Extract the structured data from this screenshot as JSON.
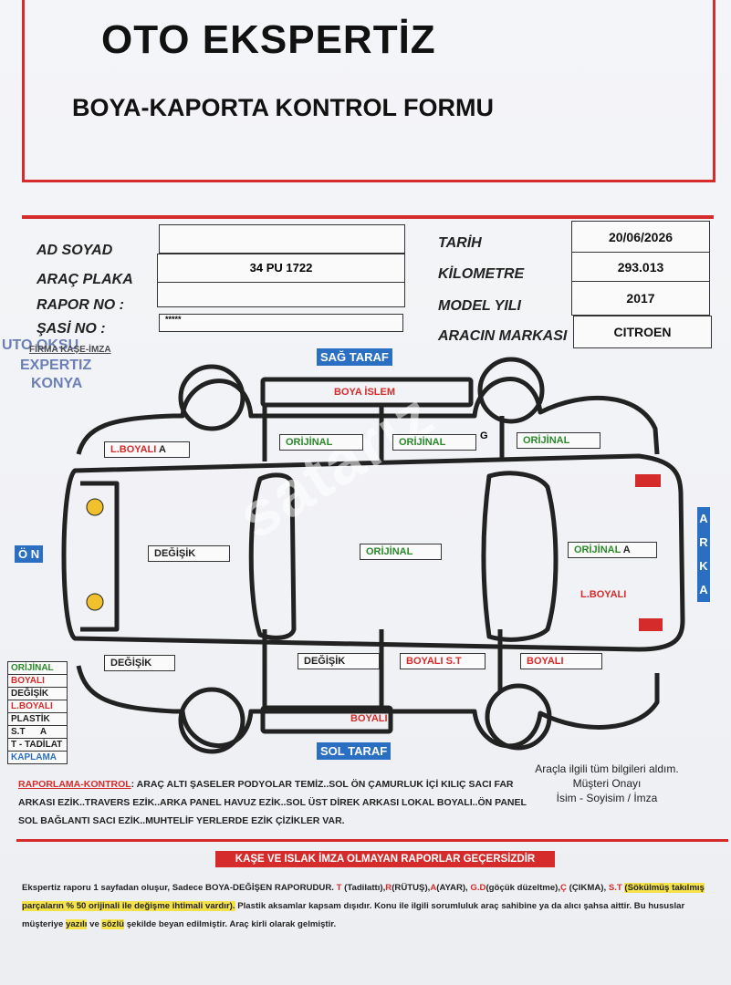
{
  "header": {
    "title": "OTO EKSPERTİZ",
    "subtitle": "BOYA-KAPORTA KONTROL FORMU"
  },
  "form": {
    "ad_soyad_label": "AD SOYAD",
    "arac_plaka_label": "ARAÇ PLAKA",
    "arac_plaka_value": "34 PU 1722",
    "rapor_no_label": "RAPOR NO :",
    "sasi_no_label": "ŞASİ NO :",
    "sasi_no_value": "*****",
    "tarih_label": "TARİH",
    "tarih_value": "20/06/2026",
    "kilometre_label": "KİLOMETRE",
    "kilometre_value": "293.013",
    "model_yili_label": "MODEL YILI",
    "model_yili_value": "2017",
    "marka_label": "ARACIN MARKASI",
    "marka_value": "CITROEN"
  },
  "stamp": {
    "firma_label": "FİRMA KAŞE-İMZA",
    "line1": "UTO OKSU",
    "line2": "EXPERTIZ",
    "line3": "KONYA"
  },
  "diagram": {
    "sag_taraf": "SAĞ TARAF",
    "sol_taraf": "SOL TARAF",
    "on": "Ö N",
    "arka": [
      "A",
      "R",
      "K",
      "A"
    ],
    "boya_islem": "BOYA İSLEM",
    "sol_boyali": "BOYALI",
    "watermark": "satarız",
    "parts": {
      "right_front_fender": "L.BOYALI",
      "right_front_fender_tag": "A",
      "right_front_door": "ORİJİNAL",
      "right_rear_door": "ORİJİNAL",
      "right_rear_door_tag": "G",
      "right_rear_fender": "ORİJİNAL",
      "hood": "DEĞİŞİK",
      "roof": "ORİJİNAL",
      "trunk": "ORİJİNAL",
      "trunk_tag": "A",
      "rear_bumper": "L.BOYALI",
      "left_front_fender": "DEĞİŞİK",
      "left_front_door": "DEĞİŞİK",
      "left_rear_door": "BOYALI S.T",
      "left_rear_fender": "BOYALI"
    }
  },
  "legend": [
    {
      "text": "ORİJİNAL",
      "color": "#2a8a2a"
    },
    {
      "text": "BOYALI",
      "color": "#d62b2b"
    },
    {
      "text": "DEĞİŞİK",
      "color": "#222222"
    },
    {
      "text": "L.BOYALI",
      "color": "#d62b2b"
    },
    {
      "text": "PLASTİK",
      "color": "#222222"
    },
    {
      "text": "S.T      A",
      "color": "#222222"
    },
    {
      "text": "T - TADİLAT",
      "color": "#222222"
    },
    {
      "text": "KAPLAMA",
      "color": "#2a6fc1"
    }
  ],
  "report": {
    "key": "RAPORLAMA-KONTROL",
    "text": ": ARAÇ ALTI ŞASELER PODYOLAR TEMİZ..SOL ÖN ÇAMURLUK İÇİ KILIÇ SACI FAR ARKASI EZİK..TRAVERS EZİK..ARKA PANEL HAVUZ EZİK..SOL ÜST DİREK ARKASI LOKAL BOYALI..ÖN PANEL SOL BAĞLANTI SACI EZİK..MUHTELİF YERLERDE EZİK ÇİZİKLER VAR."
  },
  "consent": {
    "line1": "Araçla ilgili tüm bilgileri aldım.",
    "line2": "Müşteri Onayı",
    "line3": "İsim - Soyisim / İmza"
  },
  "banner": "KAŞE VE ISLAK İMZA OLMAYAN RAPORLAR GEÇERSİZDİR",
  "footer": {
    "p1": "Ekspertiz raporu 1 sayfadan oluşur, Sadece BOYA-DEĞİŞEN RAPORUDUR.",
    "t": "T",
    "t_desc": "(Tadilattı),",
    "r": "R",
    "r_desc": "(RÜTUŞ),",
    "a": "A",
    "a_desc": "(AYAR),",
    "gd": "G.D",
    "gd_desc": "(göçük düzeltme),",
    "c": "Ç",
    "c_desc": "(ÇIKMA),",
    "st": "S.T",
    "st_desc": "(Sökülmüş takılmış parçaların % 50 orijinali ile değişme ihtimali vardır).",
    "p2": "Plastik aksamlar kapsam dışıdır. Konu ile ilgili sorumluluk araç sahibine ya da alıcı şahsa aittir. Bu hususlar müşteriye",
    "yazili": "yazılı",
    "ve": "ve",
    "sozlu": "sözlü",
    "p3": "şekilde beyan edilmiştir. Araç kirli olarak gelmiştir."
  },
  "colors": {
    "accent_red": "#d62b2b",
    "label_blue": "#2a6fc1",
    "original_green": "#2a8a2a",
    "highlight_yellow": "#f4e24a"
  }
}
